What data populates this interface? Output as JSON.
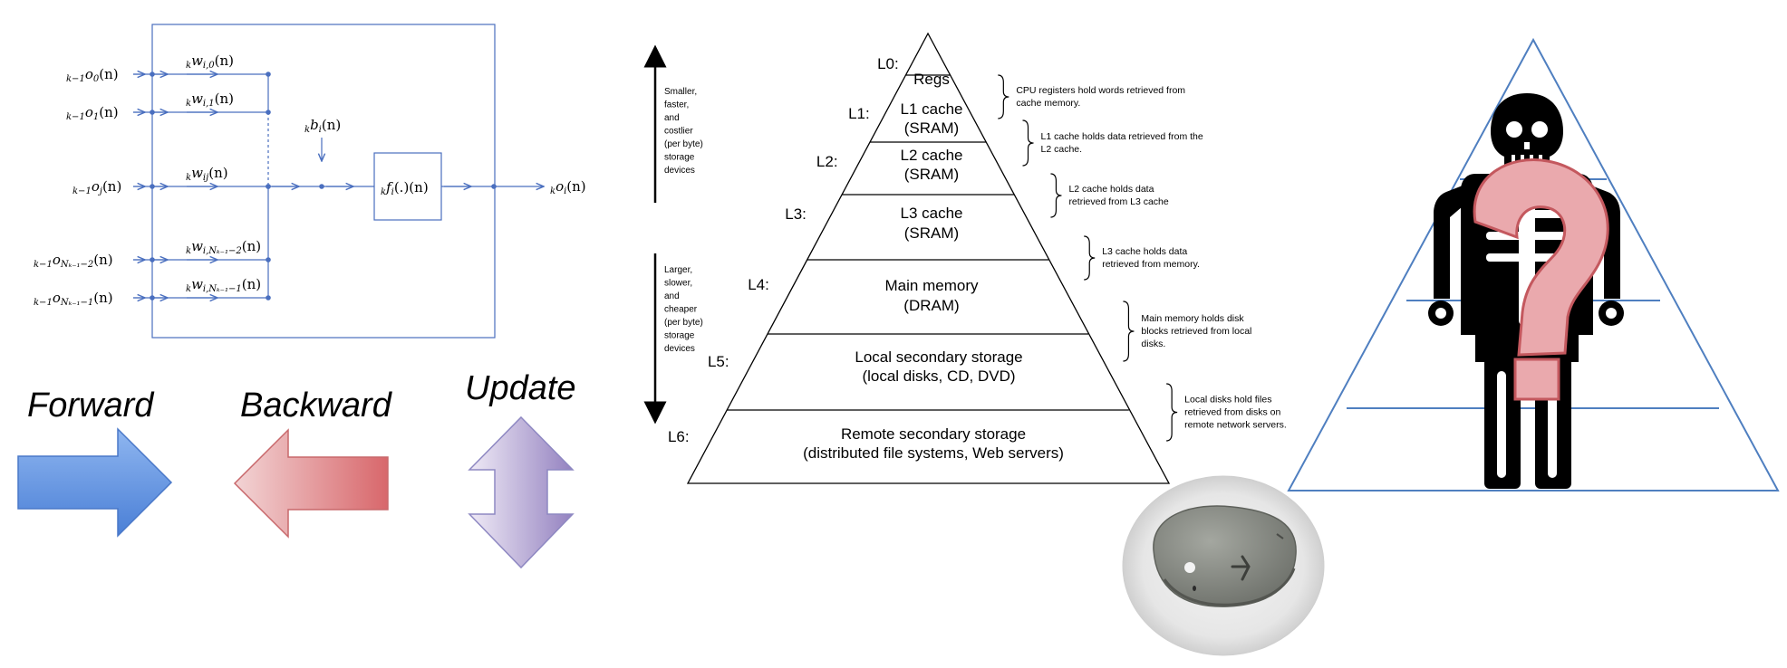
{
  "neuron": {
    "inputs": [
      {
        "pre": "k−1",
        "sym": "o",
        "sub": "0",
        "arg": "(n)"
      },
      {
        "pre": "k−1",
        "sym": "o",
        "sub": "1",
        "arg": "(n)"
      },
      {
        "pre": "k−1",
        "sym": "o",
        "sub": "j",
        "arg": "(n)"
      },
      {
        "pre": "k−1",
        "sym": "o",
        "sub": "Nₖ₋₁−2",
        "arg": "(n)"
      },
      {
        "pre": "k−1",
        "sym": "o",
        "sub": "Nₖ₋₁−1",
        "arg": "(n)"
      }
    ],
    "weights": [
      {
        "pre": "k",
        "sym": "w",
        "sub": "i,0",
        "arg": "(n)"
      },
      {
        "pre": "k",
        "sym": "w",
        "sub": "i,1",
        "arg": "(n)"
      },
      {
        "pre": "k",
        "sym": "w",
        "sub": "ij",
        "arg": "(n)"
      },
      {
        "pre": "k",
        "sym": "w",
        "sub": "i,Nₖ₋₁−2",
        "arg": "(n)"
      },
      {
        "pre": "k",
        "sym": "w",
        "sub": "i,Nₖ₋₁−1",
        "arg": "(n)"
      }
    ],
    "bias": {
      "pre": "k",
      "sym": "b",
      "sub": "i",
      "arg": "(n)"
    },
    "activation": {
      "pre": "k",
      "sym": "f",
      "sub": "i",
      "arg": "(.)(n)"
    },
    "output": {
      "pre": "k",
      "sym": "o",
      "sub": "i",
      "arg": "(n)"
    }
  },
  "phases": {
    "forward": "Forward",
    "backward": "Backward",
    "update": "Update"
  },
  "memory": {
    "top_note": [
      "Smaller,",
      "faster,",
      "and",
      "costlier",
      "(per byte)",
      "storage",
      "devices"
    ],
    "bottom_note": [
      "Larger,",
      "slower,",
      "and",
      "cheaper",
      "(per byte)",
      "storage",
      "devices"
    ],
    "levels": [
      {
        "id": "L0:",
        "lines": [
          "Regs"
        ],
        "note": [
          "CPU registers hold words retrieved from",
          "cache memory."
        ]
      },
      {
        "id": "L1:",
        "lines": [
          "L1 cache",
          "(SRAM)"
        ],
        "note": [
          "L1 cache holds data retrieved from the",
          "L2 cache."
        ]
      },
      {
        "id": "L2:",
        "lines": [
          "L2 cache",
          "(SRAM)"
        ],
        "note": [
          "L2 cache holds data",
          "retrieved from L3 cache"
        ]
      },
      {
        "id": "L3:",
        "lines": [
          "L3 cache",
          "(SRAM)"
        ],
        "note": [
          "L3 cache holds data",
          "retrieved from memory."
        ]
      },
      {
        "id": "L4:",
        "lines": [
          "Main memory",
          "(DRAM)"
        ],
        "note": [
          "Main memory holds disk",
          "blocks retrieved from local",
          "disks."
        ]
      },
      {
        "id": "L5:",
        "lines": [
          "Local secondary storage",
          "(local disks, CD, DVD)"
        ],
        "note": [
          "Local disks hold files",
          "retrieved from disks on",
          "remote network servers."
        ]
      },
      {
        "id": "L6:",
        "lines": [
          "Remote secondary storage",
          "(distributed file systems, Web servers)"
        ],
        "note": []
      }
    ]
  },
  "colors": {
    "diagram_line": "#4a6fbf",
    "forward_fill": "#5b8fe0",
    "backward_fill": "#d96a6e",
    "update_fill": "#9f8fc6",
    "pyramid_blue": "#4f7fc0",
    "question_pink": "#e8a7ab",
    "question_stroke": "#c6585e"
  }
}
